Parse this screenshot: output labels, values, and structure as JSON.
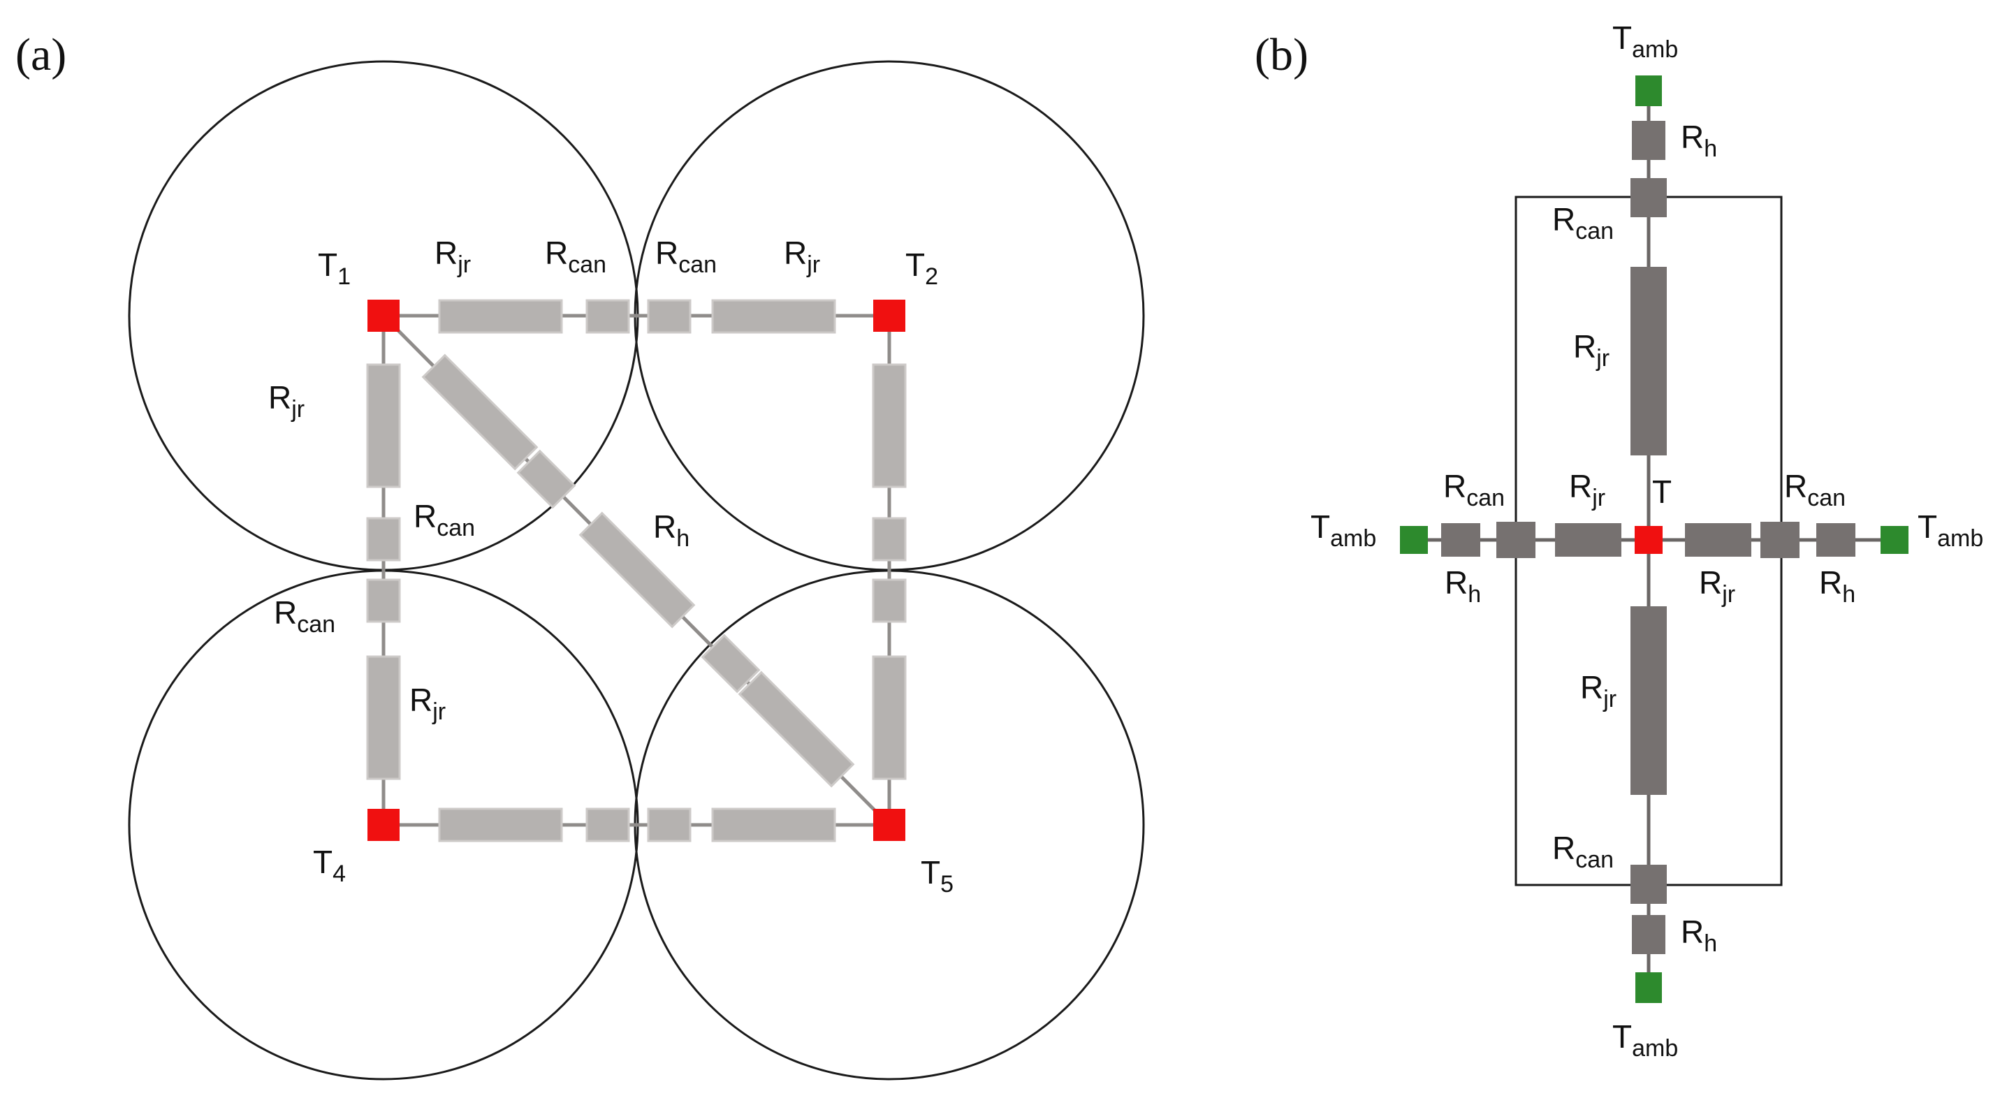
{
  "colors": {
    "node_red": "#f01010",
    "node_green": "#2d8a2d",
    "resistor_a": "#b5b2b0",
    "resistor_b": "#767170",
    "wire_a": "#8f8c8a",
    "wire_b": "#6a6665",
    "outline": "#1a1a1a"
  },
  "panel_a": {
    "panel_label": "(a)",
    "nodes": [
      {
        "main": "T",
        "sub": "1"
      },
      {
        "main": "T",
        "sub": "2"
      },
      {
        "main": "T",
        "sub": "4"
      },
      {
        "main": "T",
        "sub": "5"
      }
    ],
    "resistor_labels": [
      {
        "main": "R",
        "sub": "jr"
      },
      {
        "main": "R",
        "sub": "can"
      },
      {
        "main": "R",
        "sub": "can"
      },
      {
        "main": "R",
        "sub": "jr"
      },
      {
        "main": "R",
        "sub": "jr"
      },
      {
        "main": "R",
        "sub": "can"
      },
      {
        "main": "R",
        "sub": "can"
      },
      {
        "main": "R",
        "sub": "jr"
      },
      {
        "main": "R",
        "sub": "h"
      }
    ]
  },
  "panel_b": {
    "panel_label": "(b)",
    "center_node": {
      "main": "T",
      "sub": ""
    },
    "ambient_nodes": [
      {
        "main": "T",
        "sub": "amb"
      },
      {
        "main": "T",
        "sub": "amb"
      },
      {
        "main": "T",
        "sub": "amb"
      },
      {
        "main": "T",
        "sub": "amb"
      }
    ],
    "resistor_labels": [
      {
        "main": "R",
        "sub": "h"
      },
      {
        "main": "R",
        "sub": "can"
      },
      {
        "main": "R",
        "sub": "jr"
      },
      {
        "main": "R",
        "sub": "can"
      },
      {
        "main": "R",
        "sub": "jr"
      },
      {
        "main": "R",
        "sub": "h"
      },
      {
        "main": "R",
        "sub": "jr"
      },
      {
        "main": "R",
        "sub": "can"
      },
      {
        "main": "R",
        "sub": "h"
      },
      {
        "main": "R",
        "sub": "jr"
      },
      {
        "main": "R",
        "sub": "can"
      },
      {
        "main": "R",
        "sub": "h"
      }
    ]
  }
}
